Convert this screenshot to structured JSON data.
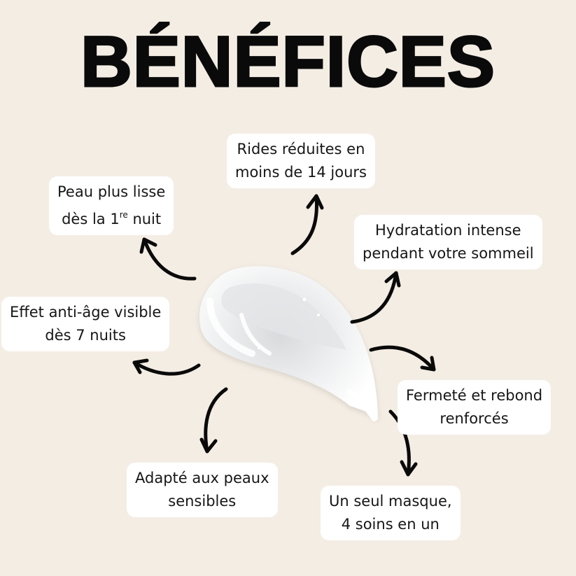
{
  "title": "BÉNÉFICES",
  "colors": {
    "background": "#F4EDE4",
    "label_bg": "#FFFFFF",
    "text": "#161616",
    "arrow": "#0A0A0A"
  },
  "benefits": [
    {
      "id": "wrinkles",
      "line1": "Rides réduites en",
      "line2": "moins de 14 jours"
    },
    {
      "id": "smooth",
      "line1": "Peau plus lisse",
      "line2_pre": "dès la 1",
      "line2_sup": "re",
      "line2_post": " nuit"
    },
    {
      "id": "hydration",
      "line1": "Hydratation intense",
      "line2": "pendant votre sommeil"
    },
    {
      "id": "antiage",
      "line1": "Effet anti-âge visible",
      "line2": "dès 7 nuits"
    },
    {
      "id": "firmness",
      "line1": "Fermeté et rebond",
      "line2": "renforcés"
    },
    {
      "id": "sensitive",
      "line1": "Adapté aux peaux",
      "line2": "sensibles"
    },
    {
      "id": "allinone",
      "line1": "Un seul masque,",
      "line2": "4 soins en un"
    }
  ],
  "center_image": "cream-swatch"
}
